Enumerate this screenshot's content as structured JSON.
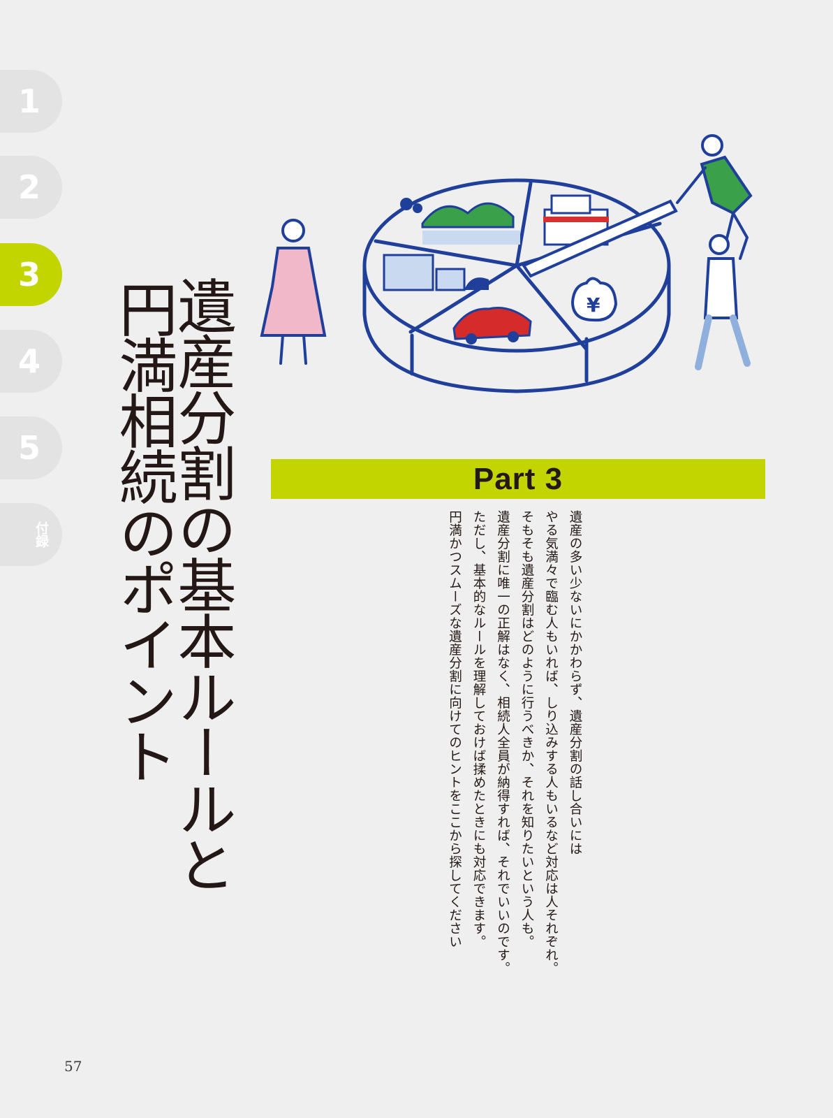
{
  "tabs": [
    {
      "label": "1",
      "active": false
    },
    {
      "label": "2",
      "active": false
    },
    {
      "label": "3",
      "active": true
    },
    {
      "label": "4",
      "active": false
    },
    {
      "label": "5",
      "active": false
    },
    {
      "label": "付録",
      "active": false
    }
  ],
  "title": {
    "line1": "遺産分割の基本ルールと",
    "line2": "円満相続のポイント"
  },
  "part_label": "Part 3",
  "body": [
    "遺産の多い少ないにかかわらず、遺産分割の話し合いには",
    "やる気満々で臨む人もいれば、しり込みする人もいるなど対応は人それぞれ。",
    "そもそも遺産分割はどのように行うべきか、それを知りたいという人も。",
    "遺産分割に唯一の正解はなく、相続人全員が納得すれば、それでいいのです。",
    "ただし、基本的なルールを理解しておけば揉めたときにも対応できます。",
    "円満かつスムーズな遺産分割に向けてのヒントをここから探してください"
  ],
  "illustration": {
    "yen_symbol": "¥"
  },
  "colors": {
    "accent": "#c3d500",
    "tab_inactive": "#e3e3e3",
    "ink_blue": "#1f3f9a",
    "text": "#231815"
  },
  "page_number": "57"
}
